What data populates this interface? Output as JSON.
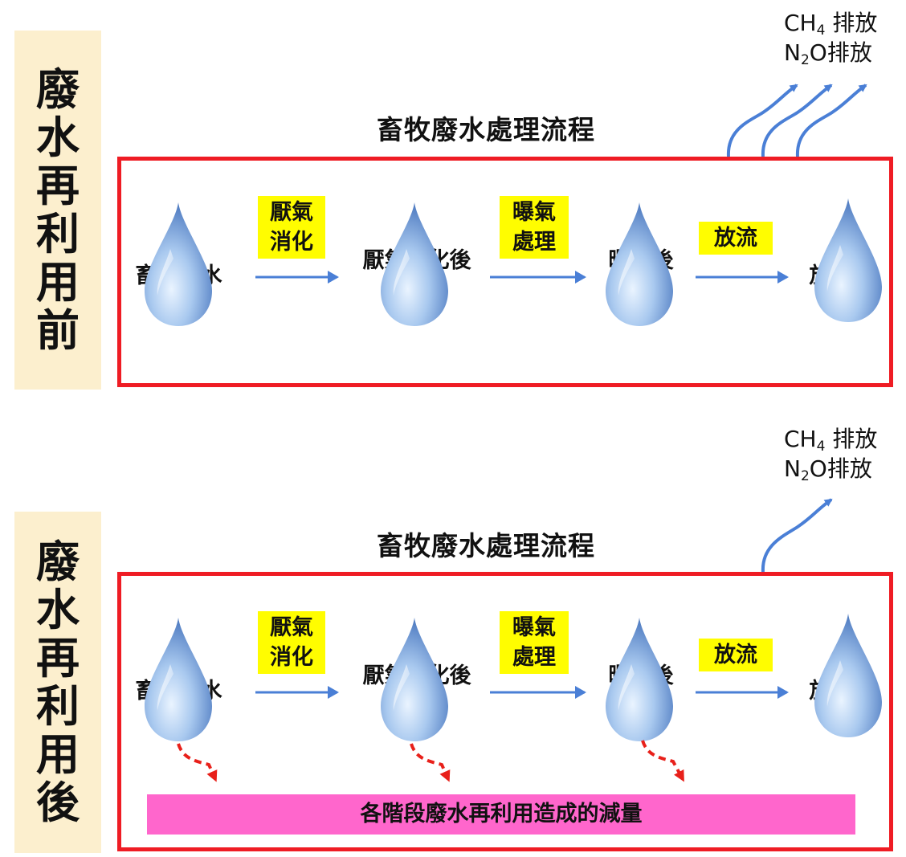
{
  "panels": [
    {
      "side_label": [
        "廢",
        "水",
        "再",
        "利",
        "用",
        "前"
      ],
      "heading": "畜牧廢水處理流程",
      "emissions": {
        "ch4": "CH",
        "ch4_sub": "4",
        "ch4_tail": " 排放",
        "n2o": "N",
        "n2o_sub": "2",
        "n2o_tail": "O排放"
      },
      "nodes": [
        "畜牧廢水",
        "厭氣消化後\n廢水",
        "曝氣後\n廢水",
        "放流水"
      ],
      "steps": [
        "厭氣\n消化",
        "曝氣\n處理",
        "放流"
      ],
      "emission_arrow_count": 3
    },
    {
      "side_label": [
        "廢",
        "水",
        "再",
        "利",
        "用",
        "後"
      ],
      "heading": "畜牧廢水處理流程",
      "emissions": {
        "ch4": "CH",
        "ch4_sub": "4",
        "ch4_tail": " 排放",
        "n2o": "N",
        "n2o_sub": "2",
        "n2o_tail": "O排放"
      },
      "nodes": [
        "畜牧廢水",
        "厭氣消化後\n廢水",
        "曝氣後\n廢水",
        "放流水"
      ],
      "steps": [
        "厭氣\n消化",
        "曝氣\n處理",
        "放流"
      ],
      "emission_arrow_count": 1,
      "reduction_label": "各階段廢水再利用造成的減量"
    }
  ],
  "colors": {
    "frame": "#ef1c24",
    "step_box": "#fffd00",
    "reduction_bar": "#ff66cc",
    "arrow": "#4a7fd6",
    "reuse_arrow": "#e8201a",
    "sidebar": "#fcefce"
  }
}
